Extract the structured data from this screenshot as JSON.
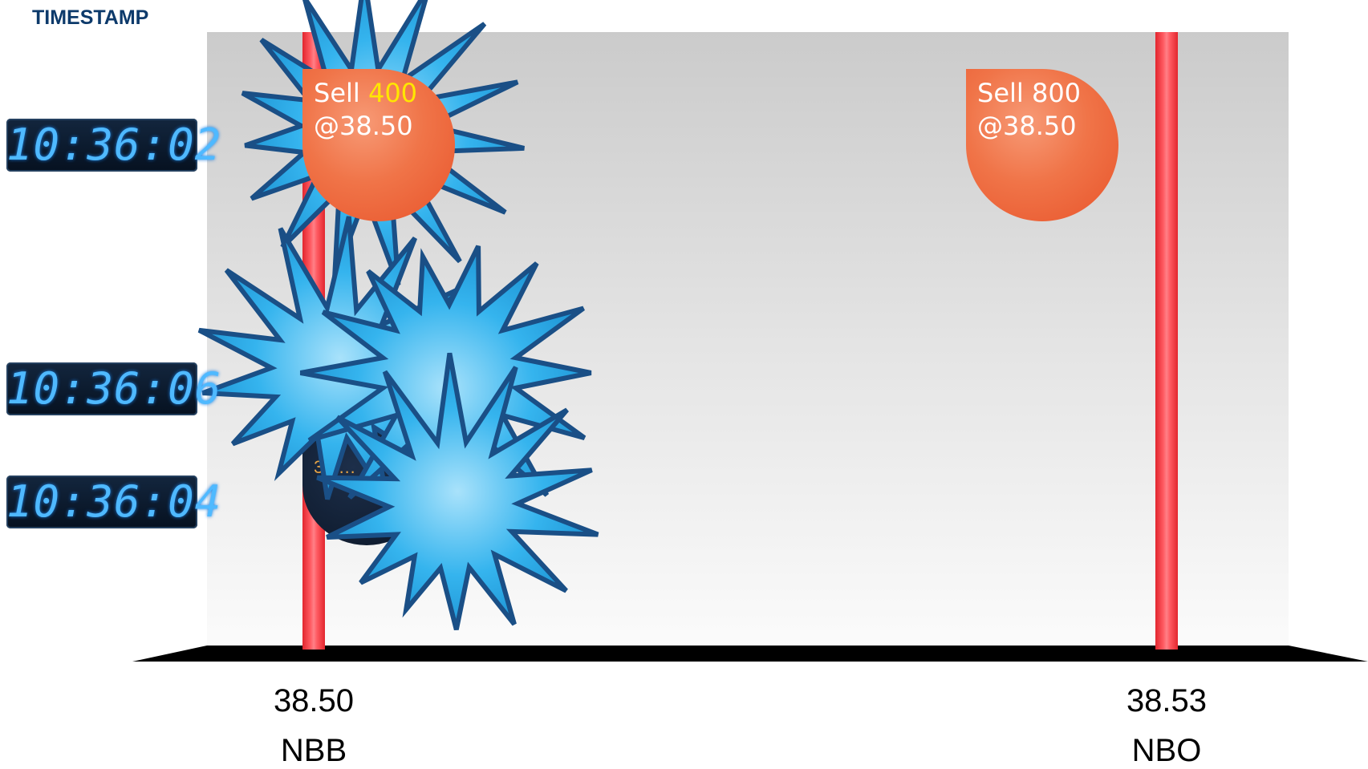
{
  "header": {
    "title": "TIMESTAMP"
  },
  "timestamps": [
    "10:36:02",
    "10:36:06",
    "10:36:04"
  ],
  "orders": [
    {
      "side": "Sell",
      "qty": "400",
      "price": "@38.50"
    },
    {
      "side": "Sell",
      "qty": "800",
      "price": "@38.50"
    }
  ],
  "levels": [
    {
      "price": "38.50",
      "label": "NBB"
    },
    {
      "price": "38.53",
      "label": "NBO"
    }
  ],
  "colors": {
    "pole": "#ff3b43",
    "order_bubble": "#f07448",
    "burst_fill": "#35b4ee",
    "burst_stroke": "#1a4f86",
    "clock_digits": "#4fb9ff",
    "title": "#0d3a6b",
    "highlight_qty": "#ffe600"
  }
}
